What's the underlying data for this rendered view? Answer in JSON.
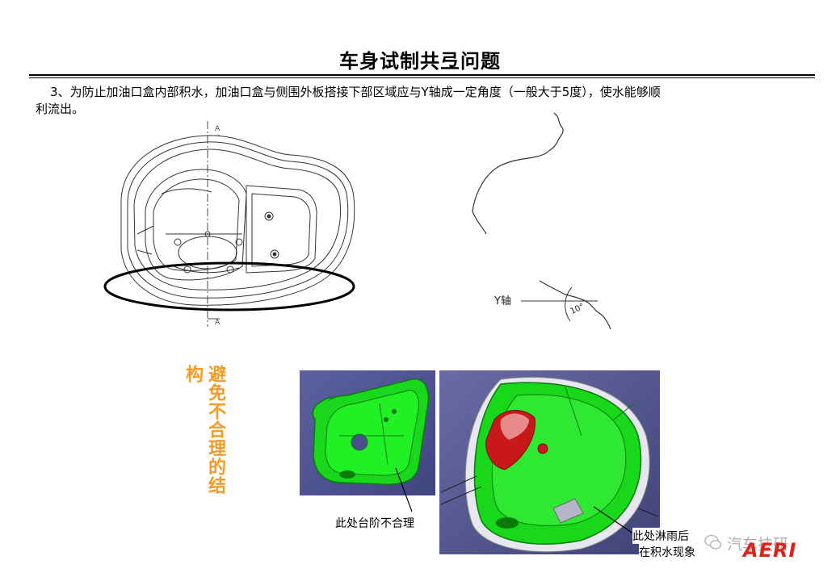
{
  "slide": {
    "title": "车身试制共弖问题",
    "desc_line1": "3、为防止加油口盒内部积水，加油口盒与侧围外板搭接下部区域应与Y轴成一定角度（一般大于5度），使水能够顺",
    "desc_line2": "利流出。"
  },
  "drawing": {
    "section_label_top": "A",
    "section_label_bottom": "A",
    "y_axis_label": "Y轴",
    "angle_label": "10°"
  },
  "annotation": {
    "side_text_col1": "构",
    "side_text_col2": "避免不合理的结",
    "color": "#f59a23"
  },
  "captions": {
    "left": "此处台阶不合理",
    "right_line1": "此处淋雨后",
    "right_line2": "在积水现象"
  },
  "watermark": {
    "text": "汽车技研",
    "brand": "AERI"
  }
}
